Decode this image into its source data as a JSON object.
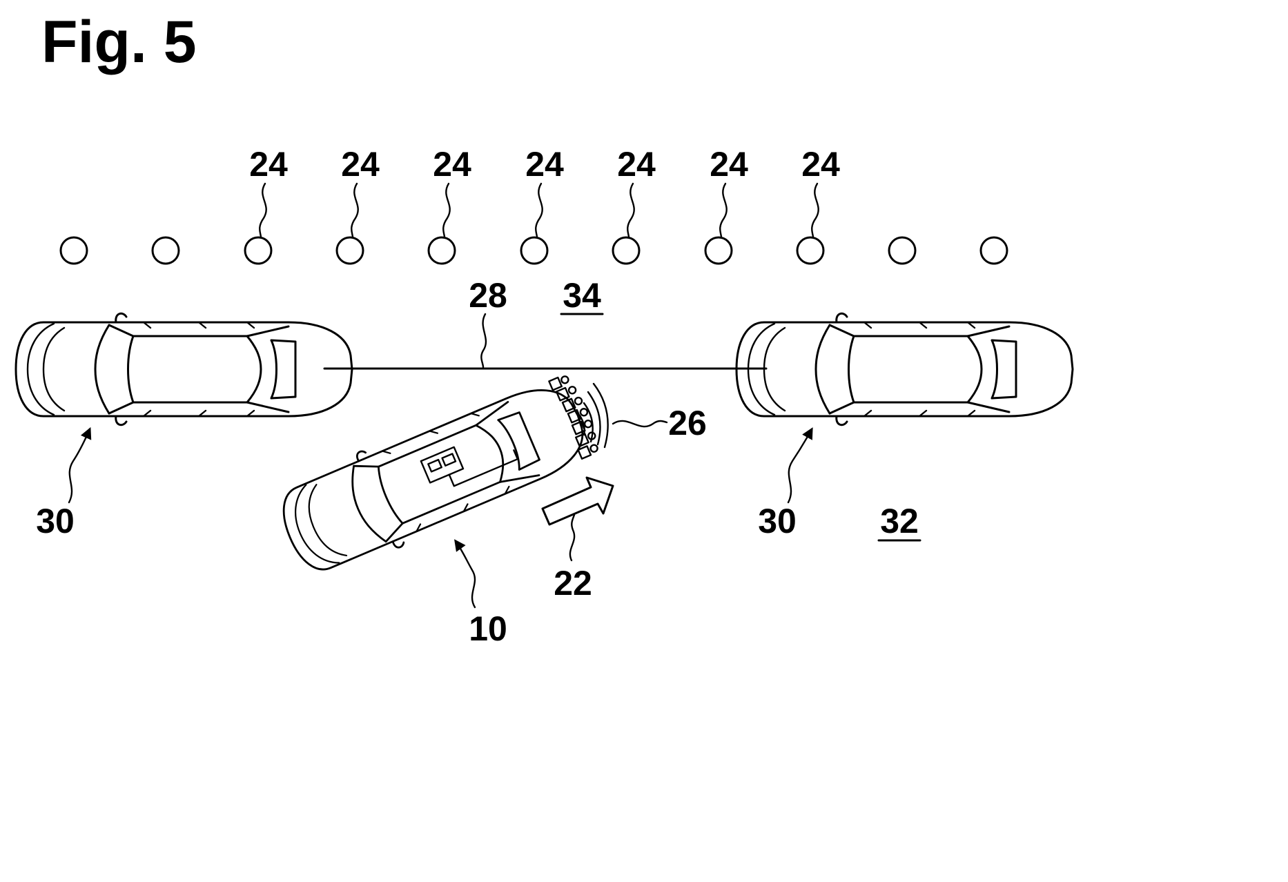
{
  "figure": {
    "title": "Fig. 5",
    "labels": {
      "marker": "24",
      "line": "28",
      "region_top": "34",
      "parked_car": "30",
      "region_bottom": "32",
      "vehicle": "10",
      "arrow": "22",
      "signal": "26"
    },
    "marker_count": 11,
    "labelled_marker_count": 7
  }
}
